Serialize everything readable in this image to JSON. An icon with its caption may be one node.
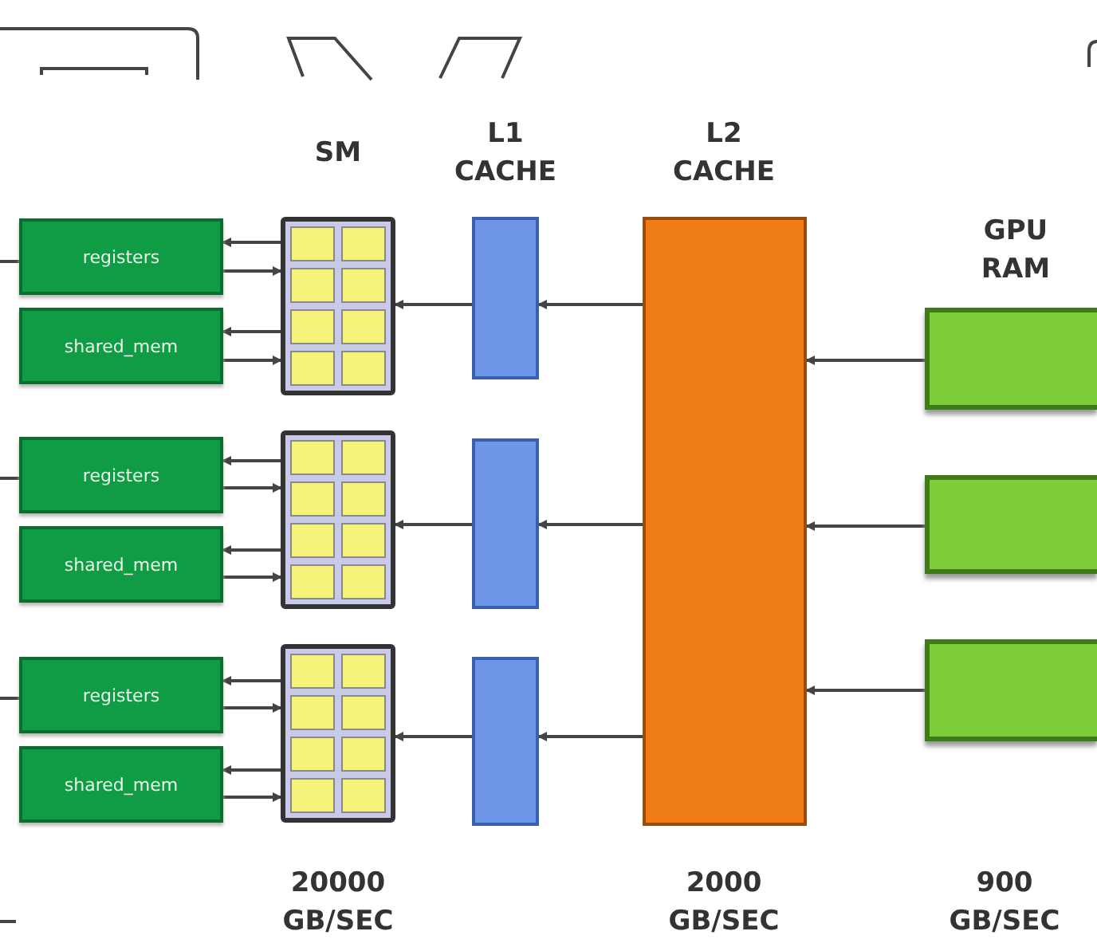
{
  "diagram": {
    "nodes": [
      {
        "text": [
          "registers"
        ]
      },
      {
        "text": [
          "shared_mem"
        ]
      },
      {
        "text": [
          "registers"
        ]
      },
      {
        "text": [
          "shared_mem"
        ]
      },
      {
        "text": [
          "registers"
        ]
      },
      {
        "text": [
          "shared_mem"
        ]
      },
      {
        "text": [],
        "shape": "box"
      },
      {
        "text": [],
        "shape": "box"
      },
      {
        "text": [],
        "shape": "box"
      },
      {
        "text": [],
        "shape": "bar"
      },
      {
        "text": [],
        "shape": "bar"
      },
      {
        "text": [],
        "shape": "bar"
      },
      {
        "text": [],
        "shape": "bar"
      },
      {
        "text": [],
        "shape": "box"
      },
      {
        "text": [],
        "shape": "box"
      },
      {
        "text": [],
        "shape": "box"
      }
    ],
    "edges": [
      {
        "from": null,
        "to": 0,
        "arrow": "none"
      },
      {
        "from": 6,
        "to": 0,
        "arrow": "to"
      },
      {
        "from": 0,
        "to": 6,
        "arrow": "to"
      },
      {
        "from": 6,
        "to": 1,
        "arrow": "to"
      },
      {
        "from": 1,
        "to": 6,
        "arrow": "to"
      },
      {
        "from": 9,
        "to": 6,
        "arrow": "to"
      },
      {
        "from": 12,
        "to": 9,
        "arrow": "to"
      },
      {
        "from": 13,
        "to": 12,
        "arrow": "to"
      },
      {
        "from": null,
        "to": 2,
        "arrow": "none"
      },
      {
        "from": 7,
        "to": 2,
        "arrow": "to"
      },
      {
        "from": 2,
        "to": 7,
        "arrow": "to"
      },
      {
        "from": 7,
        "to": 3,
        "arrow": "to"
      },
      {
        "from": 3,
        "to": 7,
        "arrow": "to"
      },
      {
        "from": 10,
        "to": 7,
        "arrow": "to"
      },
      {
        "from": 12,
        "to": 10,
        "arrow": "to"
      },
      {
        "from": 14,
        "to": 12,
        "arrow": "to"
      },
      {
        "from": null,
        "to": 4,
        "arrow": "none"
      },
      {
        "from": 8,
        "to": 4,
        "arrow": "to"
      },
      {
        "from": 4,
        "to": 8,
        "arrow": "to"
      },
      {
        "from": 8,
        "to": 5,
        "arrow": "to"
      },
      {
        "from": 5,
        "to": 8,
        "arrow": "to"
      },
      {
        "from": 11,
        "to": 8,
        "arrow": "to"
      },
      {
        "from": 12,
        "to": 11,
        "arrow": "to"
      },
      {
        "from": 15,
        "to": 12,
        "arrow": "to"
      }
    ],
    "labels": [
      "SM",
      "L1 CACHE",
      "L2 CACHE",
      "GPU RAM",
      "20000 GB/SEC",
      "2000 GB/SEC",
      "900 GB/SEC"
    ]
  }
}
